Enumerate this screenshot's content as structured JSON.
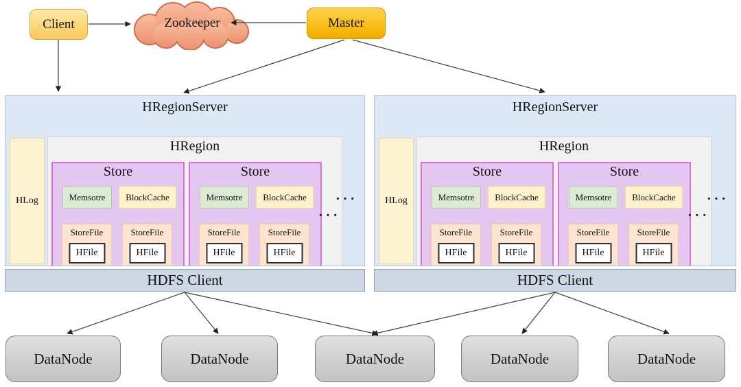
{
  "top": {
    "client_label": "Client",
    "zookeeper_label": "Zookeeper",
    "master_label": "Master"
  },
  "servers": [
    {
      "title": "HRegionServer",
      "hlog_label": "HLog",
      "more_regions_ellipsis": "···",
      "hdfs_label": "HDFS Client",
      "region": {
        "title": "HRegion",
        "more_stores_ellipsis": "···",
        "stores": [
          {
            "title": "Store",
            "memstore_label": "Memsotre",
            "blockcache_label": "BlockCache",
            "storefiles": [
              {
                "label": "StoreFile",
                "hfile_label": "HFile"
              },
              {
                "label": "StoreFile",
                "hfile_label": "HFile"
              }
            ]
          },
          {
            "title": "Store",
            "memstore_label": "Memsotre",
            "blockcache_label": "BlockCache",
            "storefiles": [
              {
                "label": "StoreFile",
                "hfile_label": "HFile"
              },
              {
                "label": "StoreFile",
                "hfile_label": "HFile"
              }
            ]
          }
        ]
      }
    },
    {
      "title": "HRegionServer",
      "hlog_label": "HLog",
      "more_regions_ellipsis": "···",
      "hdfs_label": "HDFS Client",
      "region": {
        "title": "HRegion",
        "more_stores_ellipsis": "···",
        "stores": [
          {
            "title": "Store",
            "memstore_label": "Memsotre",
            "blockcache_label": "BlockCache",
            "storefiles": [
              {
                "label": "StoreFile",
                "hfile_label": "HFile"
              },
              {
                "label": "StoreFile",
                "hfile_label": "HFile"
              }
            ]
          },
          {
            "title": "Store",
            "memstore_label": "Memsotre",
            "blockcache_label": "BlockCache",
            "storefiles": [
              {
                "label": "StoreFile",
                "hfile_label": "HFile"
              },
              {
                "label": "StoreFile",
                "hfile_label": "HFile"
              }
            ]
          }
        ]
      }
    }
  ],
  "datanodes": [
    {
      "label": "DataNode"
    },
    {
      "label": "DataNode"
    },
    {
      "label": "DataNode"
    },
    {
      "label": "DataNode"
    },
    {
      "label": "DataNode"
    }
  ],
  "edges": [
    {
      "from": "client",
      "to": "zookeeper"
    },
    {
      "from": "master",
      "to": "zookeeper"
    },
    {
      "from": "client",
      "to": "hregionserver-1"
    },
    {
      "from": "master",
      "to": "hregionserver-1"
    },
    {
      "from": "master",
      "to": "hregionserver-2"
    },
    {
      "from": "hdfs-client-1",
      "to": "datanode-1"
    },
    {
      "from": "hdfs-client-1",
      "to": "datanode-2"
    },
    {
      "from": "hdfs-client-1",
      "to": "datanode-3"
    },
    {
      "from": "hdfs-client-2",
      "to": "datanode-3"
    },
    {
      "from": "hdfs-client-2",
      "to": "datanode-4"
    },
    {
      "from": "hdfs-client-2",
      "to": "datanode-5"
    }
  ],
  "colors": {
    "client_fill": "#f9c95a",
    "master_fill": "#f4b511",
    "zookeeper_fill": "#f0a27e",
    "zookeeper_stroke": "#d06a4e",
    "server_fill": "#dce8f5",
    "hlog_fill": "#fdf3d2",
    "region_fill": "#f1f1f1",
    "store_fill": "#e3c7f0",
    "store_border": "#dd6fe2",
    "memstore_fill": "#dcead4",
    "blockcache_fill": "#fdf2cc",
    "storefile_fill": "#fce4d0",
    "hfile_fill": "#ffffff",
    "hdfs_fill": "#cdd7e4",
    "datanode_fill": "#cfcfcf"
  }
}
